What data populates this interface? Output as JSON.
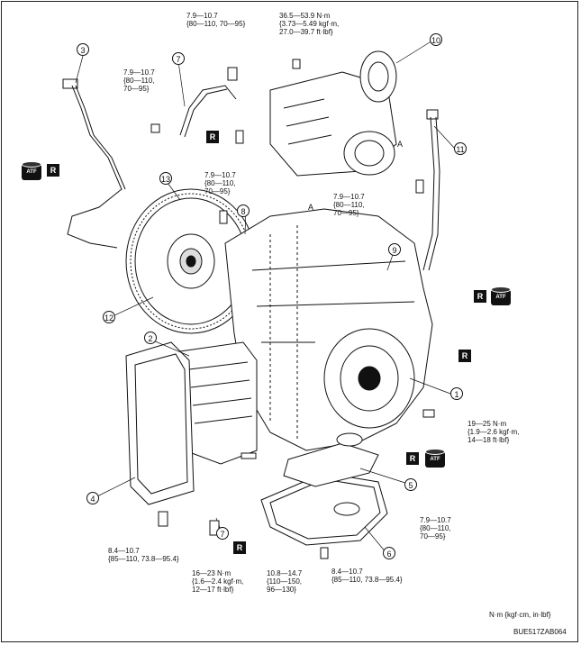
{
  "torques": {
    "t_top_pipe": [
      "7.9—10.7",
      "{80—110, 70—95}"
    ],
    "t_top_right": [
      "36.5—53.9 N·m",
      "{3.73—5.49 kgf·m,",
      "27.0—39.7 ft·lbf}"
    ],
    "t_left": [
      "7.9—10.7",
      "{80—110,",
      "70—95}"
    ],
    "t_mid": [
      "7.9—10.7",
      "{80—110,",
      "70—95}"
    ],
    "t_right_mid": [
      "7.9—10.7",
      "{80—110,",
      "70—95}"
    ],
    "t_right_low": [
      "19—25 N·m",
      "{1.9—2.6 kgf·m,",
      "14—18 ft·lbf}"
    ],
    "t_pan_right": [
      "7.9—10.7",
      "{80—110,",
      "70—95}"
    ],
    "t_bottom_left": [
      "8.4—10.7",
      "{85—110, 73.8—95.4}"
    ],
    "t_bottom_center": [
      "16—23 N·m",
      "{1.6—2.4 kgf·m,",
      "12—17 ft·lbf}"
    ],
    "t_bottom_mid": [
      "10.8—14.7",
      "{110—150,",
      "96—130}"
    ],
    "t_bottom_right": [
      "8.4—10.7",
      "{85—110, 73.8—95.4}"
    ]
  },
  "callouts": [
    "1",
    "2",
    "3",
    "4",
    "5",
    "6",
    "7",
    "7",
    "8",
    "9",
    "10",
    "11",
    "12",
    "13"
  ],
  "symbols": {
    "replace": "R",
    "fluid": "ATF"
  },
  "letters": [
    "A",
    "A"
  ],
  "footer": {
    "units": "N·m {kgf·cm, in·lbf}",
    "code": "BUE517ZAB064"
  }
}
